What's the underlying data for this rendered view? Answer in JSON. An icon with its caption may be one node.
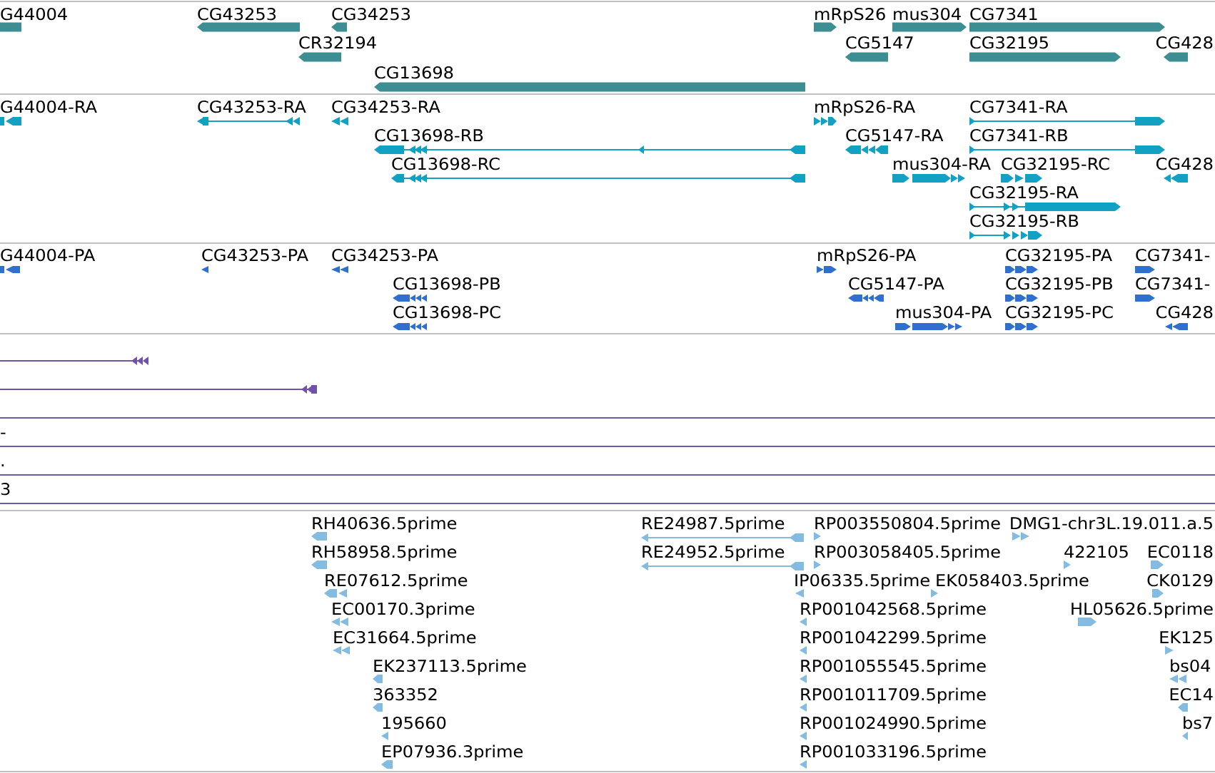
{
  "diagram": {
    "labels": [
      "G44004",
      "CG43253",
      "CG34253",
      "mRpS26",
      "mus304",
      "CG7341",
      "CR32194",
      "CG5147",
      "CG32195",
      "CG428",
      "CG13698",
      "G44004-RA",
      "CG43253-RA",
      "CG34253-RA",
      "mRpS26-RA",
      "CG7341-RA",
      "CG13698-RB",
      "CG5147-RA",
      "CG7341-RB",
      "CG13698-RC",
      "mus304-RA",
      "CG32195-RC",
      "CG428",
      "CG32195-RA",
      "CG32195-RB",
      "G44004-PA",
      "CG43253-PA",
      "CG34253-PA",
      "mRpS26-PA",
      "CG32195-PA",
      "CG7341-",
      "CG13698-PB",
      "CG5147-PA",
      "CG32195-PB",
      "CG7341-",
      "CG13698-PC",
      "mus304-PA",
      "CG32195-PC",
      "CG428",
      "-",
      ".",
      "3",
      "RH40636.5prime",
      "RE24987.5prime",
      "RP003550804.5prime",
      "DMG1-chr3L.19.011.a.5",
      "RH58958.5prime",
      "RE24952.5prime",
      "RP003058405.5prime",
      "422105",
      "EC0118",
      "RE07612.5prime",
      "IP06335.5prime",
      "EK058403.5prime",
      "CK0129",
      "EC00170.3prime",
      "RP001042568.5prime",
      "HL05626.5prime",
      "EC31664.5prime",
      "RP001042299.5prime",
      "EK125",
      "EK237113.5prime",
      "RP001055545.5prime",
      "bs04",
      "363352",
      "RP001011709.5prime",
      "EC14",
      "195660",
      "RP001024990.5prime",
      "bs7",
      "EP07936.3prime",
      "RP001033196.5prime"
    ]
  }
}
